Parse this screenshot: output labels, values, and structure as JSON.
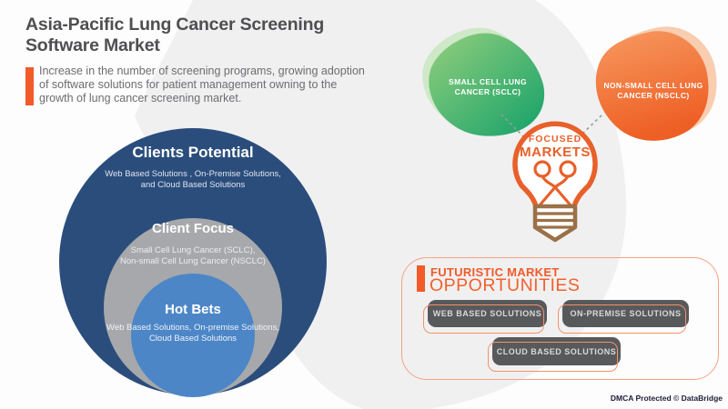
{
  "header": {
    "title_line1": "Asia-Pacific Lung Cancer Screening",
    "title_line2": "Software Market",
    "subtitle": "Increase in the number of screening programs, growing adoption of software solutions for patient management owning to the growth of lung cancer screening market."
  },
  "venn": {
    "outer": {
      "title": "Clients Potential",
      "desc_line1": "Web Based Solutions , On-Premise Solutions,",
      "desc_line2": "and Cloud Based Solutions"
    },
    "middle": {
      "title": "Client Focus",
      "desc_line1": "Small Cell Lung Cancer (SCLC),",
      "desc_line2": "Non-small Cell Lung Cancer (NSCLC)"
    },
    "inner": {
      "title": "Hot Bets",
      "desc_line1": "Web Based Solutions, On-premise Solutions,",
      "desc_line2": "Cloud Based Solutions"
    }
  },
  "market_map": {
    "sclc": {
      "line1": "SMALL CELL LUNG",
      "line2": "CANCER (SCLC)"
    },
    "nsclc": {
      "line1": "NON-SMALL CELL LUNG",
      "line2": "CANCER (NSCLC)"
    },
    "hub": {
      "line1": "FOCUSED",
      "line2": "MARKETS"
    }
  },
  "opportunities": {
    "title_line1": "FUTURISTIC MARKET",
    "title_line2": "OPPORTUNITIES",
    "items": [
      "WEB BASED SOLUTIONS",
      "ON-PREMISE SOLUTIONS",
      "CLOUD BASED SOLUTIONS"
    ]
  },
  "footer": {
    "text": "DMCA Protected © DataBridge"
  },
  "colors": {
    "accent_orange": "#f15a29",
    "panel_border_orange": "#f5a381",
    "dark_blue_circle": "#2b4d7c",
    "gray_circle": "#a6a8ab",
    "light_blue_circle": "#4c86c7",
    "green_blob_from": "#93cf7d",
    "green_blob_to": "#14a169",
    "orange_blob_from": "#f79a60",
    "orange_blob_to": "#ee5f25",
    "button_gray": "#58595b",
    "bulb_orange": "#e8602a",
    "bulb_base_brown": "#9a7148",
    "background_blob_gray": "#f0f0f1"
  }
}
